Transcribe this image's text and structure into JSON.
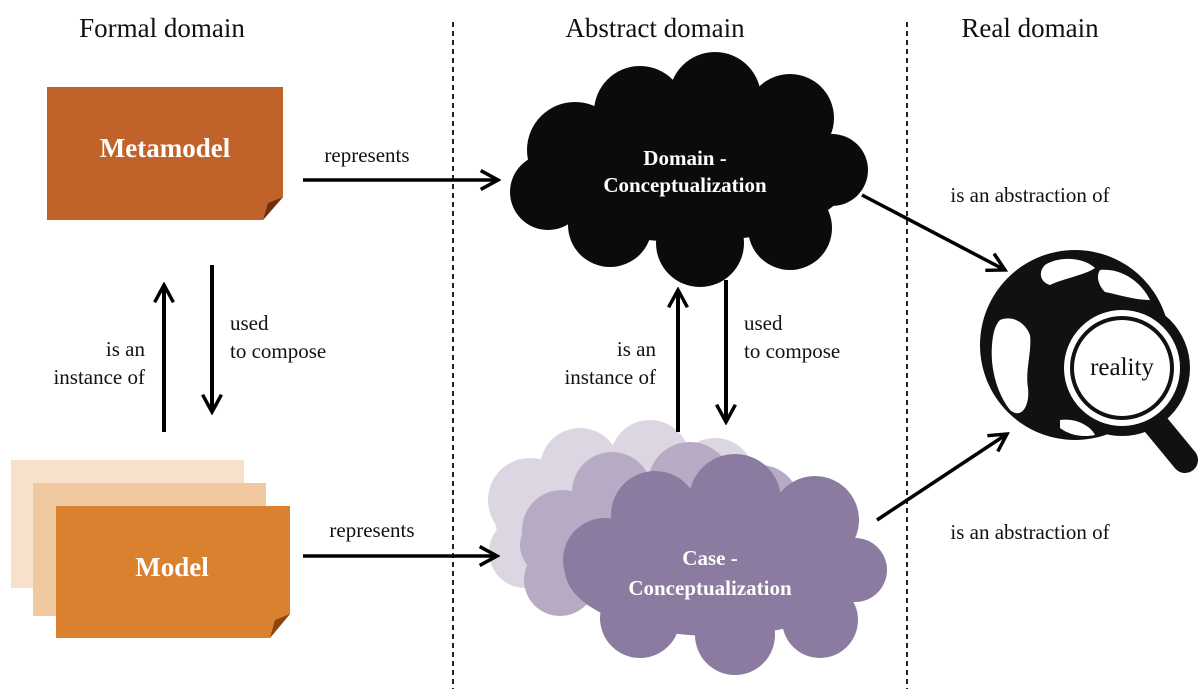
{
  "headers": {
    "formal": "Formal domain",
    "abstract": "Abstract domain",
    "real": "Real domain"
  },
  "nodes": {
    "metamodel": "Metamodel",
    "model": "Model",
    "domain_line1": "Domain -",
    "domain_line2": "Conceptualization",
    "case_line1": "Case -",
    "case_line2": "Conceptualization",
    "reality": "reality"
  },
  "edges": {
    "represents_top": "represents",
    "represents_bottom": "represents",
    "used_left_1": "used",
    "used_left_2": "to compose",
    "instance_left_1": "is an",
    "instance_left_2": "instance of",
    "used_right_1": "used",
    "used_right_2": "to compose",
    "instance_right_1": "is an",
    "instance_right_2": "instance of",
    "abstraction_top": "is an abstraction of",
    "abstraction_bottom": "is an abstraction of"
  },
  "colors": {
    "metamodel": "#c0622a",
    "model_front": "#d9812f",
    "model_mid": "#f0c9a0",
    "model_back": "#f7e1cb",
    "domain_cloud": "#0b0b0b",
    "case_cloud": "#8b7ba0",
    "case_cloud_mid": "#b6aac4",
    "case_cloud_back": "#dcd6e3"
  }
}
